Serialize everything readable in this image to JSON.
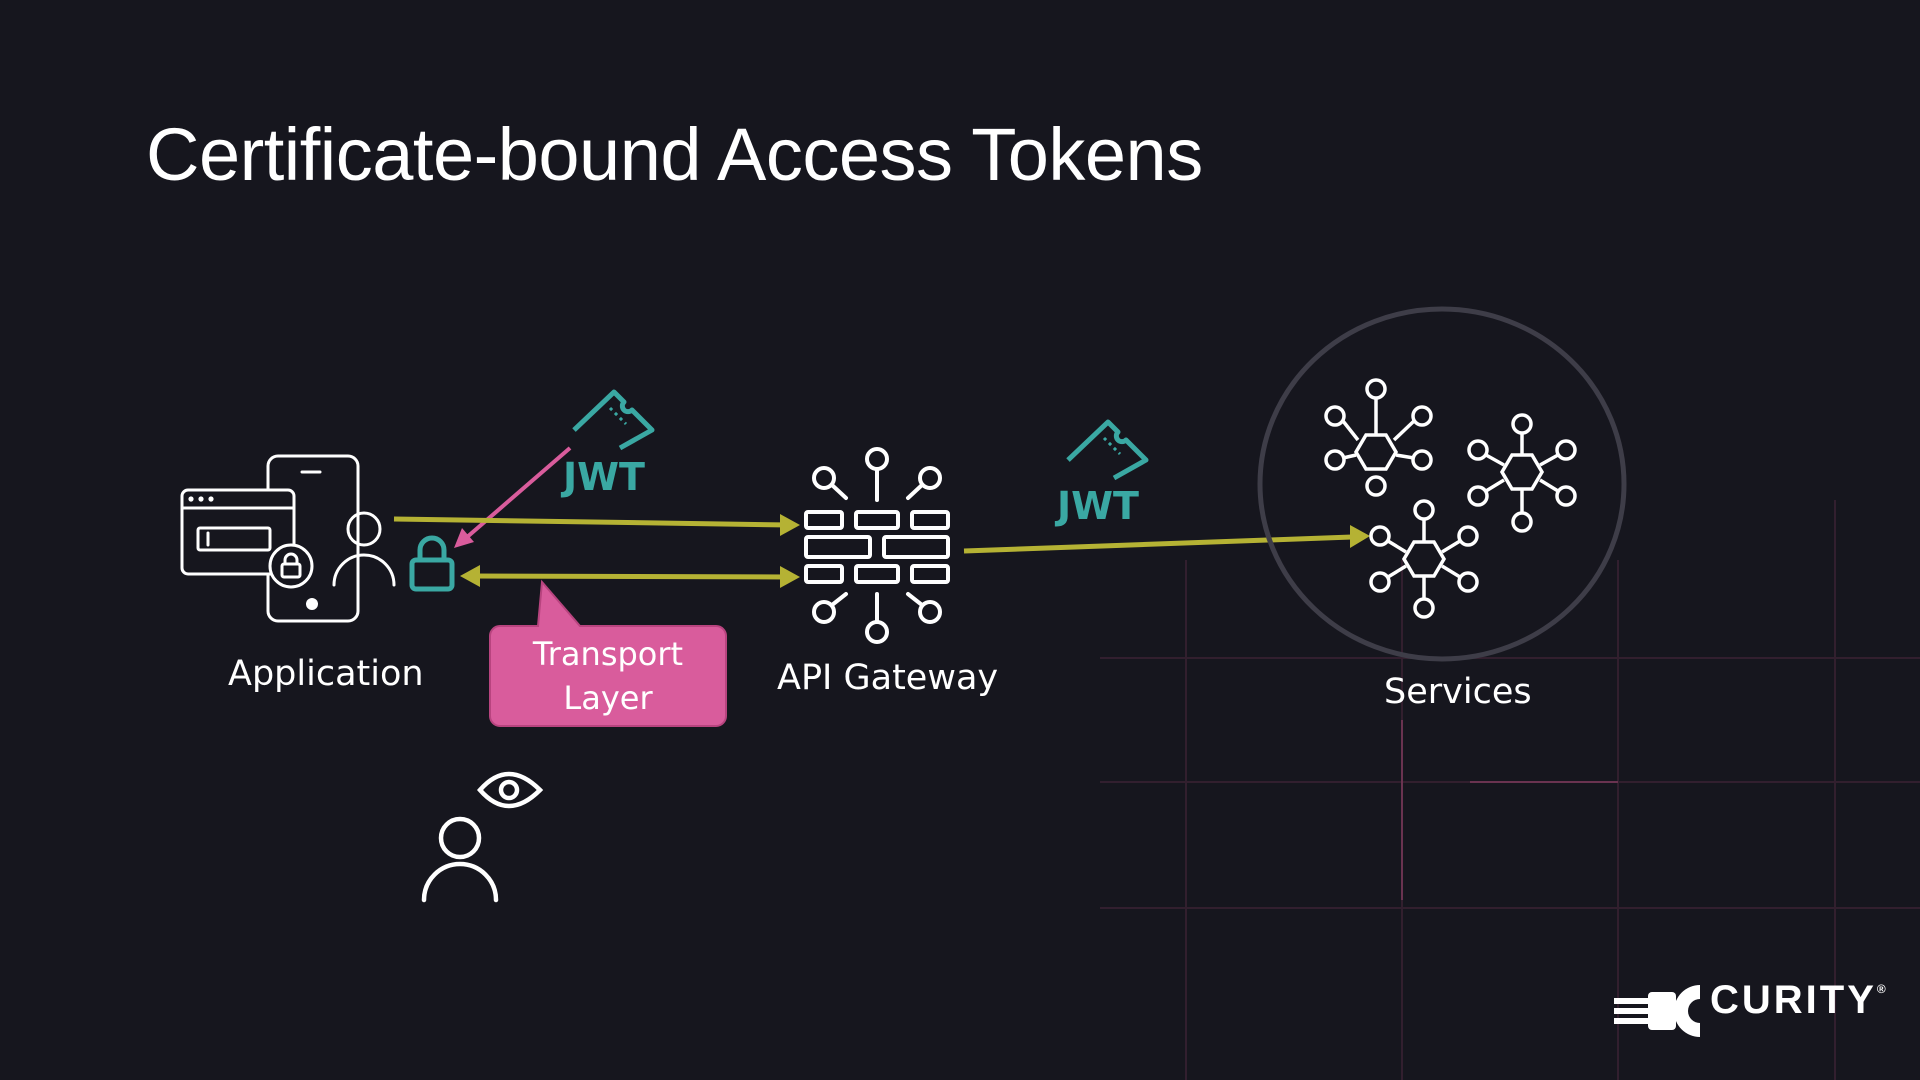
{
  "slide": {
    "title": "Certificate-bound Access Tokens"
  },
  "nodes": {
    "application": "Application",
    "gateway": "API Gateway",
    "services": "Services"
  },
  "tokens": {
    "jwt_client": "JWT",
    "jwt_gateway": "JWT"
  },
  "callout": {
    "line1": "Transport",
    "line2": "Layer"
  },
  "brand": {
    "name": "CURITY",
    "registered": "®"
  },
  "colors": {
    "background": "#16161e",
    "teal": "#3aa8a3",
    "olive_arrow": "#b5b234",
    "pink": "#d95c9c",
    "services_ring": "#3e3d48",
    "grid_line": "#4a2a3e"
  }
}
